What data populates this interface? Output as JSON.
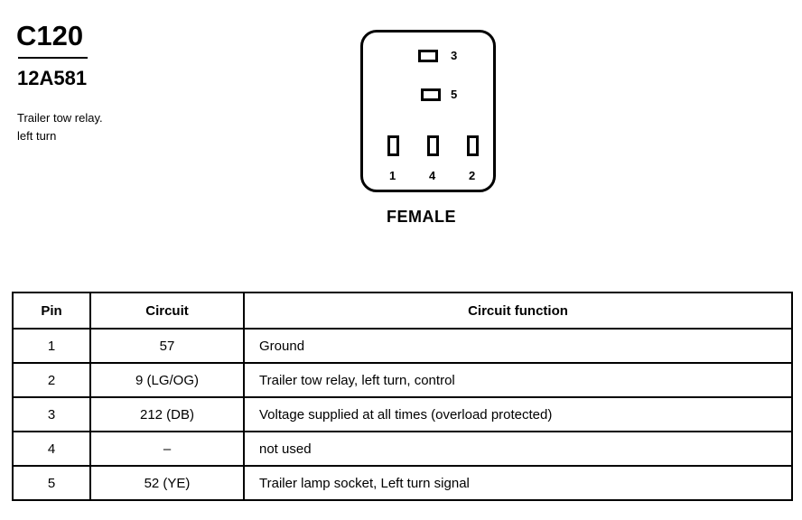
{
  "header": {
    "connector_id": "C120",
    "part_number": "12A581",
    "description": "Trailer tow relay.\nleft turn"
  },
  "connector": {
    "gender": "FEMALE",
    "pin_labels": [
      "3",
      "5",
      "1",
      "4",
      "2"
    ]
  },
  "table": {
    "headers": [
      "Pin",
      "Circuit",
      "Circuit function"
    ],
    "rows": [
      {
        "pin": "1",
        "circuit": "57",
        "function": "Ground"
      },
      {
        "pin": "2",
        "circuit": "9 (LG/OG)",
        "function": "Trailer tow relay, left turn, control"
      },
      {
        "pin": "3",
        "circuit": "212 (DB)",
        "function": "Voltage supplied at all times (overload protected)"
      },
      {
        "pin": "4",
        "circuit": "–",
        "function": "not used"
      },
      {
        "pin": "5",
        "circuit": "52 (YE)",
        "function": "Trailer lamp socket, Left turn signal"
      }
    ]
  }
}
